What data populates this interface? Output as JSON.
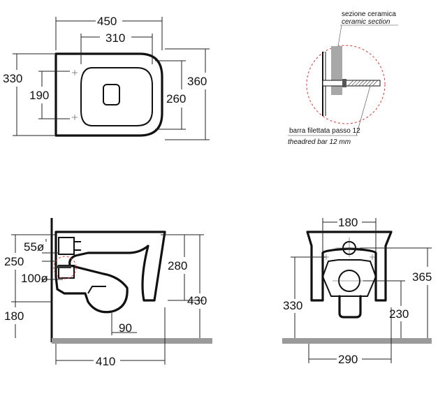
{
  "top_view": {
    "width_overall": "450",
    "width_inner": "310",
    "height_left": "330",
    "height_inner_left": "190",
    "height_right": "360",
    "height_inner_right": "260"
  },
  "detail_view": {
    "label_section_it": "sezione ceramica",
    "label_section_en": "ceramic section",
    "label_bar_it": "barra filettata passo 12",
    "label_bar_en": "theadred bar 12 mm"
  },
  "side_view": {
    "dim_55": "55ø",
    "dim_250": "250",
    "dim_100": "100ø",
    "dim_180": "180",
    "dim_280": "280",
    "dim_430": "430",
    "dim_90": "90",
    "dim_410": "410"
  },
  "front_view": {
    "dim_180": "180",
    "dim_365": "365",
    "dim_330": "330",
    "dim_230": "230",
    "dim_290": "290"
  }
}
